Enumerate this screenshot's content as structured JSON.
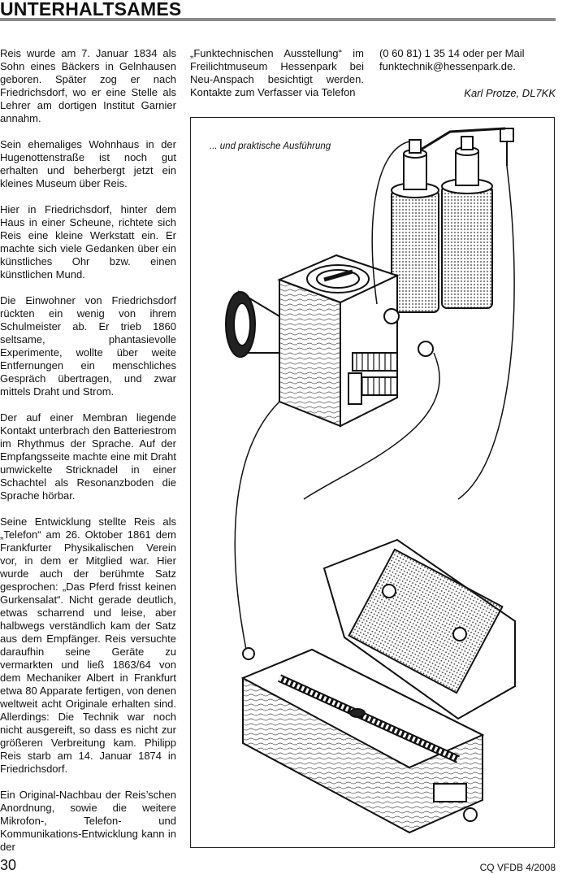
{
  "header": {
    "title": "UNTERHALTSAMES"
  },
  "left_column": [
    "Reis wurde am 7. Januar 1834 als Sohn eines Bäckers in Gelnhausen geboren. Später zog er nach Friedrichsdorf, wo er eine Stelle als Lehrer am dortigen Institut Garnier annahm.",
    "Sein ehemaliges Wohnhaus in der Hugenottenstraße ist noch gut erhalten und beherbergt jetzt ein kleines Museum über Reis.",
    "Hier in Friedrichsdorf, hinter dem Haus in einer Scheune, richtete sich Reis eine kleine Werkstatt ein. Er machte sich viele Gedanken über ein künstliches Ohr bzw. einen künstlichen Mund.",
    "Die Einwohner von Friedrichsdorf rückten ein wenig von ihrem Schulmeister ab. Er trieb 1860 seltsame, phantasievolle Experimente, wollte über weite Entfernungen ein menschliches Gespräch übertragen, und zwar mittels Draht und Strom.",
    "Der auf einer Membran liegende Kontakt unterbrach den Batteriestrom im Rhythmus der Sprache. Auf der Empfangsseite machte eine mit Draht umwickelte Stricknadel in einer Schachtel als Resonanzboden die Sprache hörbar.",
    "Seine Entwicklung stellte Reis als „Telefon“ am 26. Oktober 1861 dem Frankfurter Physikalischen Verein vor, in dem er Mitglied war. Hier wurde auch der berühmte Satz gesprochen: „Das Pferd frisst keinen Gurkensalat“. Nicht gerade deutlich, etwas scharrend und leise, aber halbwegs verständlich kam der Satz aus dem Empfänger. Reis versuchte daraufhin seine Geräte zu vermarkten und ließ 1863/64 von dem Mechaniker Albert in Frankfurt etwa 80 Apparate fertigen, von denen weltweit acht Originale erhalten sind. Allerdings: Die Technik war noch nicht ausgereift, so dass es nicht zur größeren Verbreitung kam. Philipp Reis starb am 14. Januar 1874 in Friedrichsdorf.",
    "Ein Original-Nachbau der Reis’schen Anordnung, sowie die weitere Mikrofon-, Telefon- und Kommunikations-Entwicklung kann in der"
  ],
  "middle_column": [
    "„Funktechnischen Ausstellung“ im Freilichtmuseum Hessenpark bei Neu-Anspach besichtigt werden. Kontakte zum Verfasser via Telefon"
  ],
  "right_column": [
    "(0 60 81) 1 35 14 oder per Mail funktechnik@hessenpark.de."
  ],
  "author": "Karl Protze, DL7KK",
  "figure": {
    "caption": "... und praktische Ausführung"
  },
  "footer": {
    "page_number": "30",
    "issue": "CQ VFDB 4/2008"
  }
}
